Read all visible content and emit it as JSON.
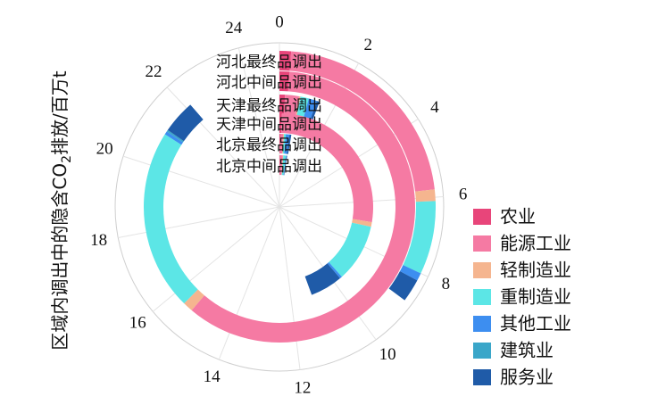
{
  "chart_data": {
    "type": "radial-stacked-bar",
    "ylabel_main": "区域内调出中的隐含CO",
    "ylabel_sub": "2",
    "ylabel_tail": "排放/百万t",
    "axis_max": 25,
    "ticks": [
      0,
      2,
      4,
      6,
      8,
      10,
      12,
      14,
      16,
      18,
      20,
      22,
      24
    ],
    "tick_labels": [
      "0",
      "2",
      "4",
      "6",
      "8",
      "10",
      "12",
      "14",
      "16",
      "18",
      "20",
      "22",
      "24"
    ],
    "grid": true,
    "legend_position": "right",
    "sectors": [
      "农业",
      "能源工业",
      "轻制造业",
      "重制造业",
      "其他工业",
      "建筑业",
      "服务业"
    ],
    "colors": [
      "#e8457a",
      "#f57aa3",
      "#f5b58f",
      "#5ce6e6",
      "#3d8ef0",
      "#3aa6c9",
      "#1f5ba8"
    ],
    "rows": [
      {
        "label": "河北最终品调出",
        "values": [
          0.3,
          5.5,
          0.3,
          1.9,
          0.2,
          0.0,
          0.6
        ]
      },
      {
        "label": "河北中间品调出",
        "values": [
          0.3,
          15.0,
          0.3,
          5.4,
          0.1,
          0.05,
          1.0
        ]
      },
      {
        "label": "天津最终品调出",
        "values": [
          0.2,
          0.5,
          0.05,
          0.3,
          0.3,
          0.0,
          0.1
        ]
      },
      {
        "label": "天津中间品调出",
        "values": [
          0.1,
          6.8,
          0.2,
          2.5,
          0.1,
          0.0,
          1.4
        ]
      },
      {
        "label": "北京最终品调出",
        "values": [
          0.05,
          0.15,
          0.05,
          0.1,
          0.2,
          0.0,
          0.1
        ]
      },
      {
        "label": "北京中间品调出",
        "values": [
          0.05,
          0.2,
          0.05,
          0.2,
          0.05,
          0.0,
          0.05
        ]
      }
    ]
  }
}
